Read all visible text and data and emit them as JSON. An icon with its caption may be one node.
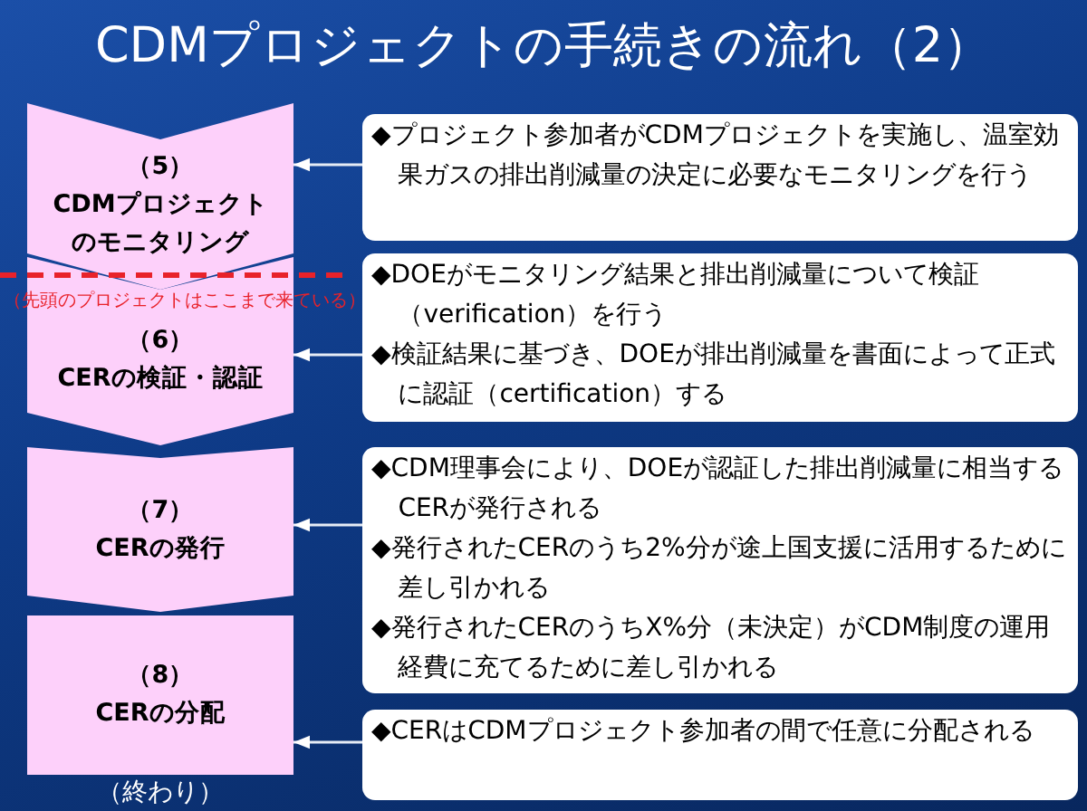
{
  "diagram": {
    "title": "CDMプロジェクトの手続きの流れ（2）",
    "nodes": [
      {
        "text": [
          "（5）",
          "CDMプロジェクトのモニタリング"
        ]
      },
      {
        "text": [
          "（6）",
          "CERの検証・認証"
        ]
      },
      {
        "text": [
          "（7）",
          "CERの発行"
        ]
      },
      {
        "text": [
          "（8）",
          "CERの分配"
        ],
        "beside": [
          "（終わり）"
        ]
      },
      {
        "text": [
          "◆プロジェクト参加者がCDMプロジェクトを実施し、温室効果ガスの排出削減量の決定に必要なモニタリングを行う"
        ]
      },
      {
        "text": [
          "◆DOEがモニタリング結果と排出削減量について検証（verification）を行う",
          "◆検証結果に基づき、DOEが排出削減量を書面によって正式に認証（certification）する"
        ]
      },
      {
        "text": [
          "◆CDM理事会により、DOEが認証した排出削減量に相当するCERが発行される",
          "◆発行されたCERのうち2%分が途上国支援に活用するために差し引かれる",
          "◆発行されたCERのうちX%分（未決定）がCDM制度の運用経費に充てるために差し引かれる"
        ]
      },
      {
        "text": [
          "◆CERはCDMプロジェクト参加者の間で任意に分配される"
        ]
      }
    ],
    "edges": [
      {
        "from": 4,
        "to": 0,
        "arrow": "to"
      },
      {
        "from": 5,
        "to": 1,
        "arrow": "to"
      },
      {
        "from": 6,
        "to": 2,
        "arrow": "to"
      },
      {
        "from": 7,
        "to": 3,
        "arrow": "to"
      }
    ],
    "labels": [
      "（先頭のプロジェクトはここまで来ている）"
    ]
  }
}
